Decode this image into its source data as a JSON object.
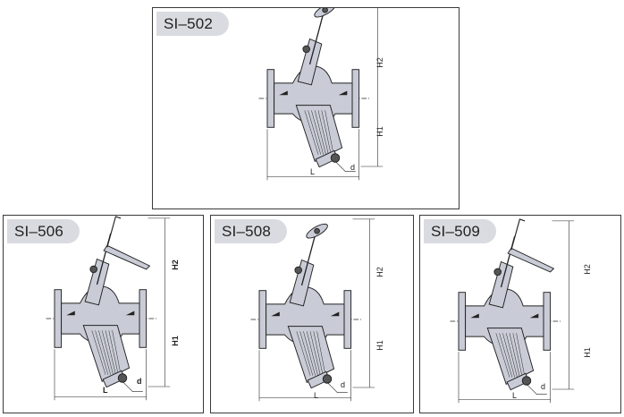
{
  "colors": {
    "body": "#c9ccd6",
    "line": "#222222",
    "tag_bg": "#d9dbe0",
    "flow": "#222222"
  },
  "panels": [
    {
      "model": "SI–502",
      "handle": "handwheel",
      "labels": {
        "h2": "H2",
        "h1": "H1",
        "l": "L",
        "d": "d"
      }
    },
    {
      "model": "SI–506",
      "handle": "lever",
      "labels": {
        "h2": "H2",
        "h1": "H1",
        "l": "L",
        "d": "d"
      }
    },
    {
      "model": "SI–508",
      "handle": "handwheel",
      "labels": {
        "h2": "H2",
        "h1": "H1",
        "l": "L",
        "d": "d"
      }
    },
    {
      "model": "SI–509",
      "handle": "lever",
      "labels": {
        "h2": "H2",
        "h1": "H1",
        "l": "L",
        "d": "d"
      }
    }
  ]
}
